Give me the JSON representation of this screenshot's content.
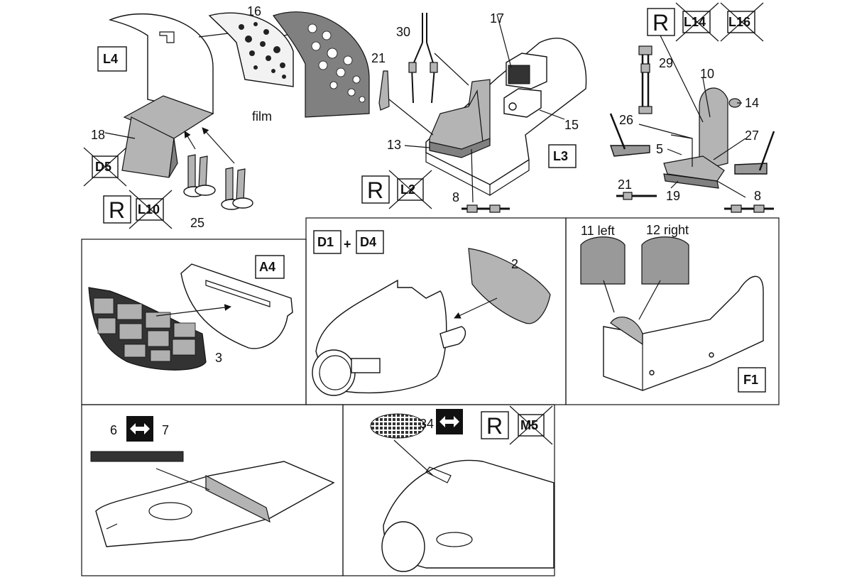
{
  "callouts": {
    "c16": "16",
    "c30": "30",
    "c17": "17",
    "c21a": "21",
    "c15": "15",
    "c13": "13",
    "c8a": "8",
    "c18": "18",
    "c25": "25",
    "c29": "29",
    "c10": "10",
    "c14": "14",
    "c26": "26",
    "c27": "27",
    "c5": "5",
    "c21b": "21",
    "c19": "19",
    "c8b": "8",
    "c2": "2",
    "c3": "3",
    "c6": "6",
    "c7": "7",
    "c34": "34"
  },
  "texts": {
    "film": "film",
    "left11": "11 left",
    "right12": "12 right",
    "plus": "+"
  },
  "boxes": {
    "L4": "L4",
    "L3": "L3",
    "A4": "A4",
    "D1": "D1",
    "D4": "D4",
    "F1": "F1"
  },
  "crossed": {
    "D5": "D5",
    "L10": "L10",
    "L2": "L2",
    "L14": "L14",
    "L16": "L16",
    "M5": "M5"
  },
  "remove_marker": "R",
  "icons": [
    "arrow-icon",
    "bend-symbol-icon",
    "crossed-out-part-icon"
  ],
  "colors": {
    "line": "#111111",
    "etch_gray": "#b4b4b4",
    "dark_gray": "#808080",
    "paper": "#ffffff"
  }
}
